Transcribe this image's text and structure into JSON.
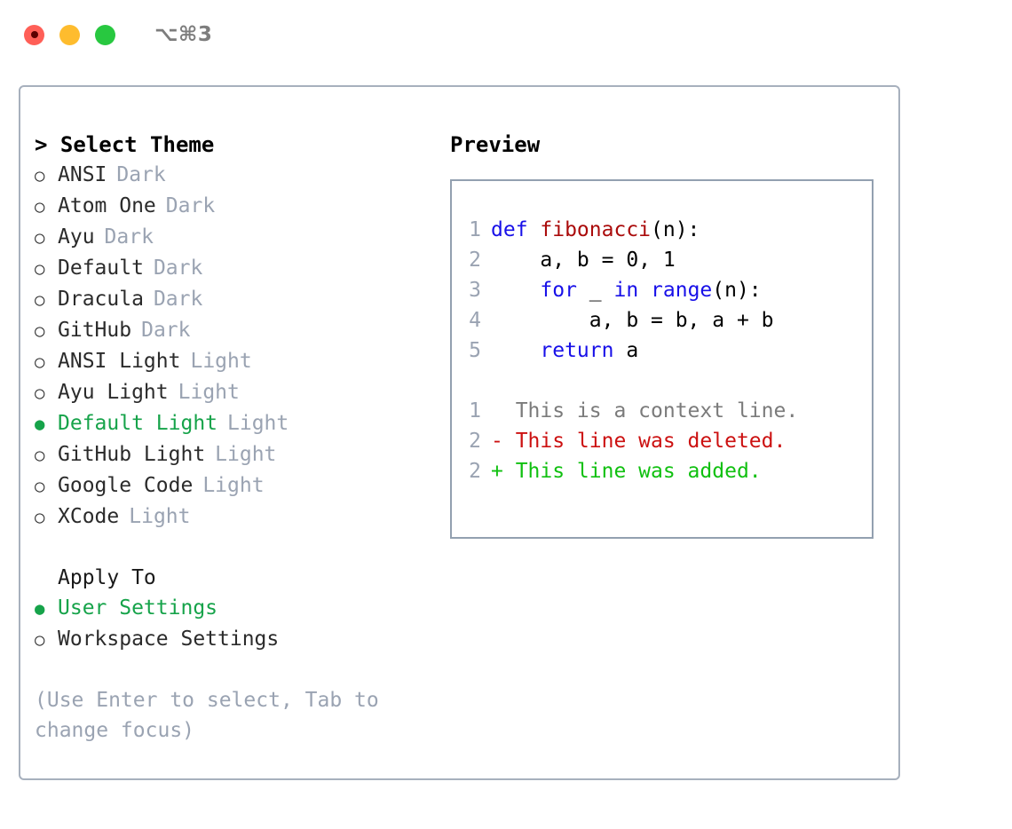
{
  "titlebar": {
    "shortcut": "⌥⌘3",
    "lights": [
      {
        "name": "close",
        "color": "#ff5f57"
      },
      {
        "name": "minimize",
        "color": "#febc2e"
      },
      {
        "name": "maximize",
        "color": "#28c840"
      }
    ]
  },
  "theme_picker": {
    "heading": "> Select Theme",
    "marker_selected": "●",
    "marker_unselected": "○",
    "accent_color": "#16a34a",
    "variant_color": "#9aa3b2",
    "items": [
      {
        "label": "ANSI",
        "variant": "Dark",
        "selected": false
      },
      {
        "label": "Atom One",
        "variant": "Dark",
        "selected": false
      },
      {
        "label": "Ayu",
        "variant": "Dark",
        "selected": false
      },
      {
        "label": "Default",
        "variant": "Dark",
        "selected": false
      },
      {
        "label": "Dracula",
        "variant": "Dark",
        "selected": false
      },
      {
        "label": "GitHub",
        "variant": "Dark",
        "selected": false
      },
      {
        "label": "ANSI Light",
        "variant": "Light",
        "selected": false
      },
      {
        "label": "Ayu Light",
        "variant": "Light",
        "selected": false
      },
      {
        "label": "Default Light",
        "variant": "Light",
        "selected": true
      },
      {
        "label": "GitHub Light",
        "variant": "Light",
        "selected": false
      },
      {
        "label": "Google Code",
        "variant": "Light",
        "selected": false
      },
      {
        "label": "XCode",
        "variant": "Light",
        "selected": false
      }
    ]
  },
  "apply_to": {
    "heading": "Apply To",
    "items": [
      {
        "label": "User Settings",
        "selected": true
      },
      {
        "label": "Workspace Settings",
        "selected": false
      }
    ]
  },
  "hint": "(Use Enter to select, Tab to change focus)",
  "preview": {
    "title": "Preview",
    "code_lines": [
      {
        "number": "1",
        "spans": [
          {
            "text": "def ",
            "type": "kw"
          },
          {
            "text": "fibonacci",
            "type": "fn"
          },
          {
            "text": "(n):",
            "type": "pl"
          }
        ]
      },
      {
        "number": "2",
        "spans": [
          {
            "text": "    a, b = 0, 1",
            "type": "pl"
          }
        ]
      },
      {
        "number": "3",
        "spans": [
          {
            "text": "    ",
            "type": "pl"
          },
          {
            "text": "for",
            "type": "kw"
          },
          {
            "text": " _ ",
            "type": "pl"
          },
          {
            "text": "in range",
            "type": "kw"
          },
          {
            "text": "(n):",
            "type": "pl"
          }
        ]
      },
      {
        "number": "4",
        "spans": [
          {
            "text": "        a, b = b, a + b",
            "type": "pl"
          }
        ]
      },
      {
        "number": "5",
        "spans": [
          {
            "text": "    ",
            "type": "pl"
          },
          {
            "text": "return",
            "type": "kw"
          },
          {
            "text": " a",
            "type": "pl"
          }
        ]
      }
    ],
    "diff_lines": [
      {
        "number": "1",
        "text": "  This is a context line.",
        "kind": "context"
      },
      {
        "number": "2",
        "text": "- This line was deleted.",
        "kind": "deleted"
      },
      {
        "number": "2",
        "text": "+ This line was added.",
        "kind": "added"
      }
    ],
    "syntax_colors": {
      "keyword": "#1810e8",
      "function": "#aa0b0b",
      "plain": "#000000",
      "line_number": "#9aa3b2",
      "diff_context": "#7b7b7b",
      "diff_deleted": "#cc1111",
      "diff_added": "#10c010"
    }
  }
}
